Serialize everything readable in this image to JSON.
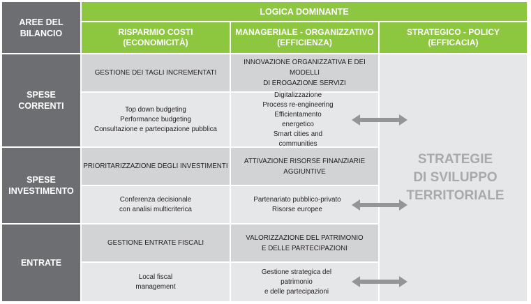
{
  "header": {
    "areas_label": "AREE DEL\nBILANCIO",
    "logic_label": "LOGICA DOMINANTE",
    "columns": [
      "RISPARMIO COSTI\n(ECONOMICITÀ)",
      "MANAGERIALE - ORGANIZZATIVO\n(EFFICIENZA)",
      "STRATEGICO - POLICY\n(EFFICACIA)"
    ]
  },
  "rows": [
    {
      "label": "SPESE\nCORRENTI",
      "cost_title": "GESTIONE DEI TAGLI INCREMENTATI",
      "cost_items": "Top down budgeting\nPerformance budgeting\nConsultazione e partecipazione pubblica",
      "mgmt_title": "INNOVAZIONE ORGANIZZATIVA E DEI MODELLI\nDI EROGAZIONE SERVIZI",
      "mgmt_items": "Digitalizzazione\nProcess re-engineering\nEfficientamento energetico\nSmart cities and communities"
    },
    {
      "label": "SPESE\nINVESTIMENTO",
      "cost_title": "PRIORITARIZZAZIONE DEGLI INVESTIMENTI",
      "cost_items": "Conferenza decisionale\ncon analisi multicriterica",
      "mgmt_title": "ATTIVAZIONE RISORSE FINANZIARIE AGGIUNTIVE",
      "mgmt_items": "Partenariato pubblico-privato\nRisorse europee"
    },
    {
      "label": "ENTRATE",
      "cost_title": "GESTIONE ENTRATE FISCALI",
      "cost_items": "Local fiscal\nmanagement",
      "mgmt_title": "VALORIZZAZIONE DEL PATRIMONIO\nE DELLE PARTECIPAZIONI",
      "mgmt_items": "Gestione strategica del patrimonio\ne delle partecipazioni"
    }
  ],
  "strategy_text": "STRATEGIE\nDI SVILUPPO\nTERRITORIALE",
  "colors": {
    "green": "#8dc63f",
    "dark_gray": "#6d6e71",
    "mid_gray": "#d1d3d4",
    "light_gray": "#e6e7e8",
    "arrow": "#939598"
  }
}
